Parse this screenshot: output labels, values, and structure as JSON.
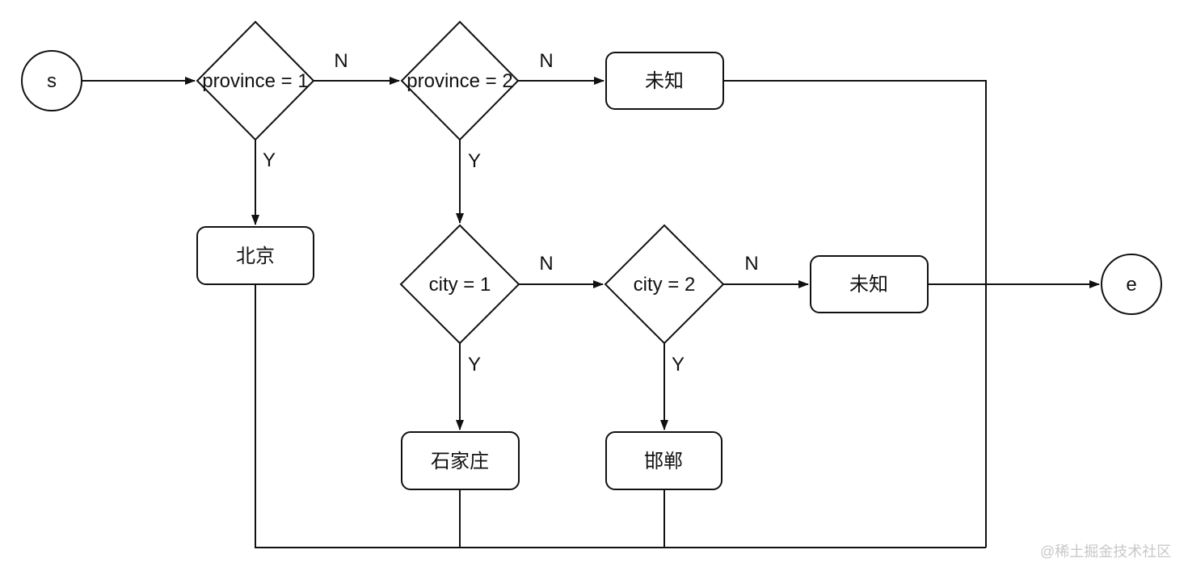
{
  "diagram": {
    "type": "flowchart",
    "background_color": "#ffffff",
    "stroke_color": "#111111",
    "nodes": {
      "start": {
        "label": "s",
        "shape": "circle"
      },
      "province1": {
        "label": "province = 1",
        "shape": "decision"
      },
      "province2": {
        "label": "province = 2",
        "shape": "decision"
      },
      "unknown1": {
        "label": "未知",
        "shape": "process"
      },
      "beijing": {
        "label": "北京",
        "shape": "process"
      },
      "city1": {
        "label": "city = 1",
        "shape": "decision"
      },
      "city2": {
        "label": "city = 2",
        "shape": "decision"
      },
      "unknown2": {
        "label": "未知",
        "shape": "process"
      },
      "shijiazhuang": {
        "label": "石家庄",
        "shape": "process"
      },
      "handan": {
        "label": "邯郸",
        "shape": "process"
      },
      "end": {
        "label": "e",
        "shape": "circle"
      }
    },
    "edge_labels": {
      "province1_no": "N",
      "province1_yes": "Y",
      "province2_no": "N",
      "province2_yes": "Y",
      "city1_no": "N",
      "city1_yes": "Y",
      "city2_no": "N",
      "city2_yes": "Y"
    },
    "edges": [
      {
        "from": "start",
        "to": "province1",
        "label": ""
      },
      {
        "from": "province1",
        "to": "province2",
        "label": "N"
      },
      {
        "from": "province1",
        "to": "beijing",
        "label": "Y"
      },
      {
        "from": "province2",
        "to": "unknown1",
        "label": "N"
      },
      {
        "from": "province2",
        "to": "city1",
        "label": "Y"
      },
      {
        "from": "city1",
        "to": "city2",
        "label": "N"
      },
      {
        "from": "city1",
        "to": "shijiazhuang",
        "label": "Y"
      },
      {
        "from": "city2",
        "to": "unknown2",
        "label": "N"
      },
      {
        "from": "city2",
        "to": "handan",
        "label": "Y"
      },
      {
        "from": "unknown2",
        "to": "end",
        "label": ""
      },
      {
        "from": "unknown1",
        "to": "end",
        "label": ""
      },
      {
        "from": "beijing",
        "to": "end",
        "label": ""
      },
      {
        "from": "shijiazhuang",
        "to": "end",
        "label": ""
      },
      {
        "from": "handan",
        "to": "end",
        "label": ""
      }
    ]
  },
  "watermark": {
    "text": "@稀土掘金技术社区",
    "color": "#c8c8c8"
  }
}
